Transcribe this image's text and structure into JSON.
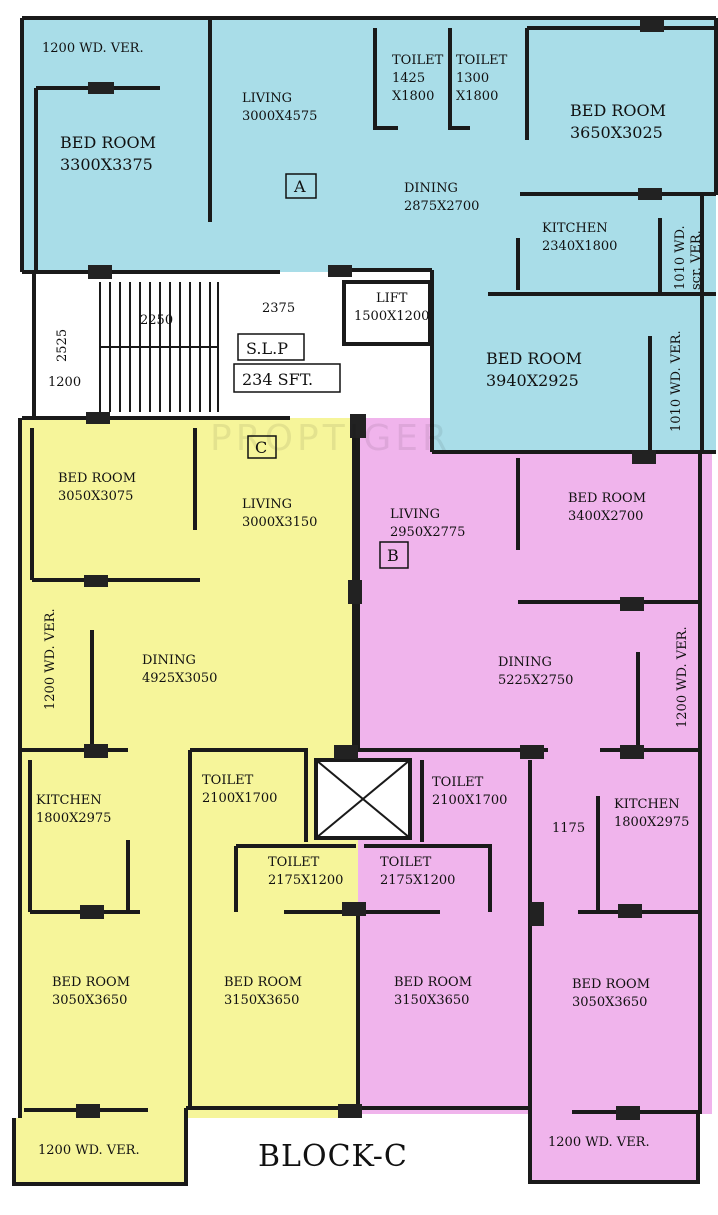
{
  "colors": {
    "flat_a": "#a9dde8",
    "flat_b": "#f0b4ec",
    "flat_c": "#f6f59a",
    "common": "#ffffff",
    "wall": "#1a1a1a"
  },
  "title": "BLOCK-C",
  "watermark": "PROPTIGER",
  "flat_a": {
    "tag": "A",
    "verandah_top_left": "1200 WD. VER.",
    "living_name": "LIVING",
    "living_size": "3000X4575",
    "toilet1_name": "TOILET",
    "toilet1_w": "1425",
    "toilet1_h": "X1800",
    "toilet2_name": "TOILET",
    "toilet2_w": "1300",
    "toilet2_h": "X1800",
    "bed1_name": "BED ROOM",
    "bed1_size": "3300X3375",
    "bed2_name": "BED ROOM",
    "bed2_size": "3650X3025",
    "dining_name": "DINING",
    "dining_size": "2875X2700",
    "kitchen_name": "KITCHEN",
    "kitchen_size": "2340X1800",
    "ver_scr": "1010 WD.",
    "ver_scr2": "scr. VER.",
    "bed3_name": "BED ROOM",
    "bed3_size": "3940X2925",
    "ver_right": "1010 WD. VER."
  },
  "common": {
    "lift_name": "LIFT",
    "lift_size": "1500X1200",
    "slp": "S.L.P",
    "slp_area": "234 SFT.",
    "dim_2375": "2375",
    "dim_2250": "2250",
    "dim_2525": "2525",
    "dim_1200": "1200",
    "dim_1175": "1175"
  },
  "flat_c": {
    "tag": "C",
    "bed1_name": "BED ROOM",
    "bed1_size": "3050X3075",
    "living_name": "LIVING",
    "living_size": "3000X3150",
    "ver_left": "1200 WD. VER.",
    "dining_name": "DINING",
    "dining_size": "4925X3050",
    "kitchen_name": "KITCHEN",
    "kitchen_size": "1800X2975",
    "toilet1_name": "TOILET",
    "toilet1_size": "2100X1700",
    "toilet2_name": "TOILET",
    "toilet2_size": "2175X1200",
    "bed2_name": "BED ROOM",
    "bed2_size": "3050X3650",
    "bed3_name": "BED ROOM",
    "bed3_size": "3150X3650",
    "ver_bottom": "1200 WD. VER."
  },
  "flat_b": {
    "tag": "B",
    "living_name": "LIVING",
    "living_size": "2950X2775",
    "bed1_name": "BED ROOM",
    "bed1_size": "3400X2700",
    "dining_name": "DINING",
    "dining_size": "5225X2750",
    "ver_right": "1200 WD. VER.",
    "toilet1_name": "TOILET",
    "toilet1_size": "2100X1700",
    "kitchen_name": "KITCHEN",
    "kitchen_size": "1800X2975",
    "toilet2_name": "TOILET",
    "toilet2_size": "2175X1200",
    "bed2_name": "BED ROOM",
    "bed2_size": "3150X3650",
    "bed3_name": "BED ROOM",
    "bed3_size": "3050X3650",
    "ver_bottom": "1200 WD. VER."
  }
}
